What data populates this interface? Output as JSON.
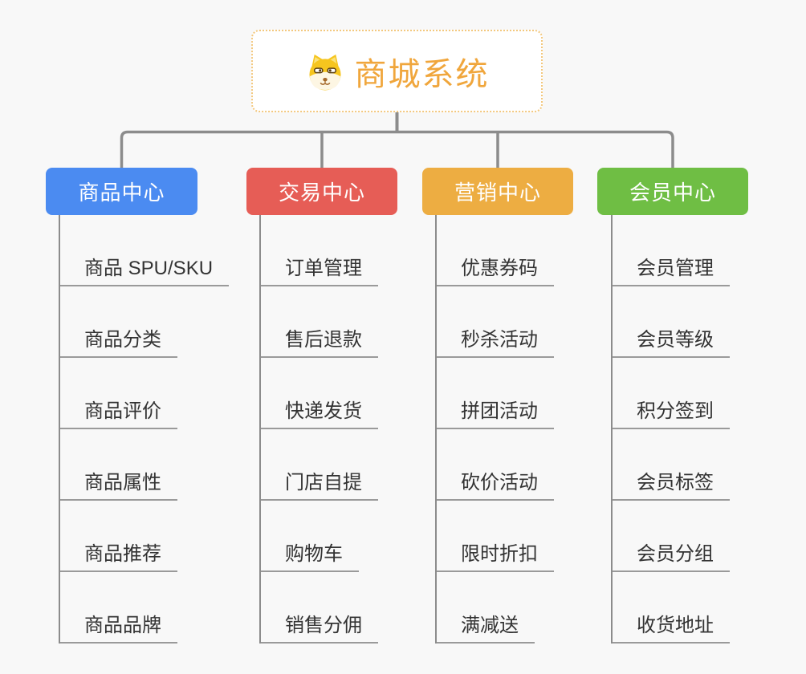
{
  "app": {
    "background_color": "#F8F8F8",
    "connector_color": "#8C8C8C",
    "underline_color": "#9A9A9A",
    "topic_text_color": "#333333"
  },
  "root": {
    "title": "商城系统",
    "icon": "shiba-dog-icon",
    "title_color": "#F0A63C",
    "border_color": "#F3C87E"
  },
  "branches": [
    {
      "label": "商品中心",
      "color": "#4B8BF1",
      "children": [
        "商品 SPU/SKU",
        "商品分类",
        "商品评价",
        "商品属性",
        "商品推荐",
        "商品品牌"
      ]
    },
    {
      "label": "交易中心",
      "color": "#E65D56",
      "children": [
        "订单管理",
        "售后退款",
        "快递发货",
        "门店自提",
        "购物车",
        "销售分佣"
      ]
    },
    {
      "label": "营销中心",
      "color": "#EDAD42",
      "children": [
        "优惠券码",
        "秒杀活动",
        "拼团活动",
        "砍价活动",
        "限时折扣",
        "满减送"
      ]
    },
    {
      "label": "会员中心",
      "color": "#6FBE44",
      "children": [
        "会员管理",
        "会员等级",
        "积分签到",
        "会员标签",
        "会员分组",
        "收货地址"
      ]
    }
  ]
}
